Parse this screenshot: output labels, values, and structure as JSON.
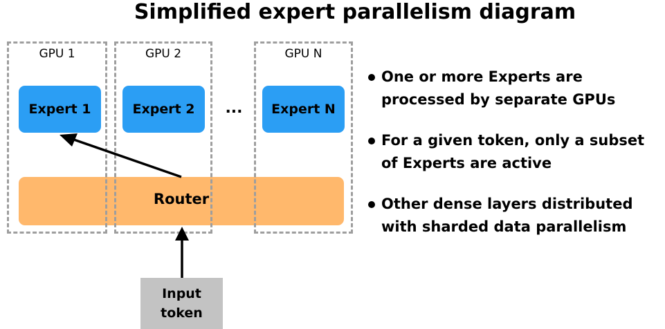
{
  "title": "Simplified expert parallelism diagram",
  "gpus": [
    {
      "label": "GPU 1",
      "expert": "Expert 1"
    },
    {
      "label": "GPU 2",
      "expert": "Expert 2"
    },
    {
      "label": "GPU N",
      "expert": "Expert N"
    }
  ],
  "ellipsis": "...",
  "router": {
    "label": "Router"
  },
  "input": {
    "line1": "Input",
    "line2": "token"
  },
  "bullets": [
    {
      "line1": "One or more Experts are",
      "line2": "processed by separate GPUs"
    },
    {
      "line1": "For a given token, only a subset",
      "line2": "of Experts are active"
    },
    {
      "line1": "Other dense layers distributed",
      "line2": "with sharded data parallelism"
    }
  ],
  "colors": {
    "expert": "#2b9ef4",
    "router": "#ffb86c",
    "input": "#c3c3c3",
    "gpu_border": "#9e9e9e"
  }
}
